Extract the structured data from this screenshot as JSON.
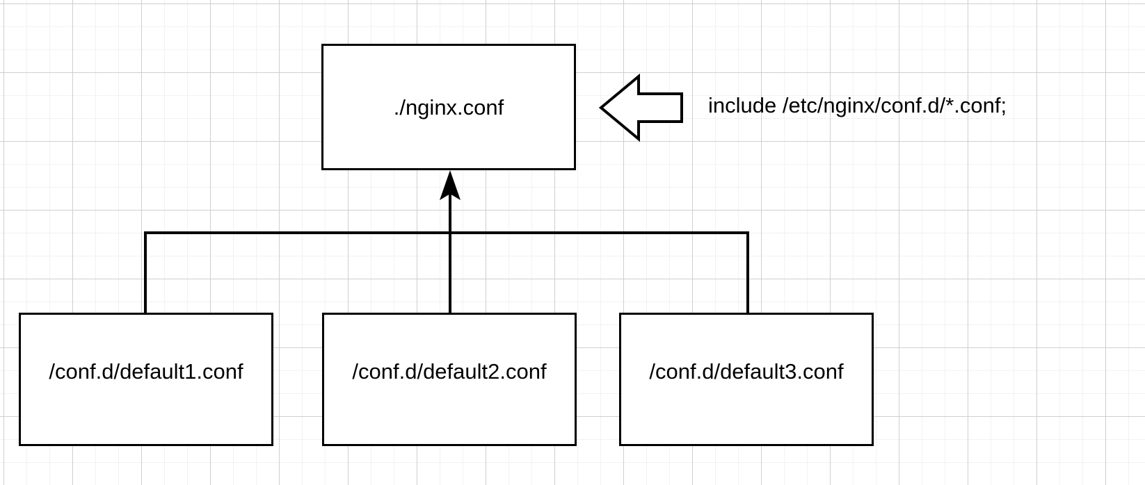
{
  "diagram": {
    "title_node": {
      "id": "nginx-conf",
      "label": "./nginx.conf"
    },
    "leaf_nodes": [
      {
        "id": "conf-default1",
        "label": "/conf.d/default1.conf"
      },
      {
        "id": "conf-default2",
        "label": "/conf.d/default2.conf"
      },
      {
        "id": "conf-default3",
        "label": "/conf.d/default3.conf"
      }
    ],
    "annotation": {
      "text": "include /etc/nginx/conf.d/*.conf;",
      "arrow": "block-arrow-left"
    },
    "colors": {
      "stroke": "#000000",
      "fill": "#ffffff",
      "grid_minor": "#f2f2f2",
      "grid_major": "#cfcfcf"
    }
  }
}
